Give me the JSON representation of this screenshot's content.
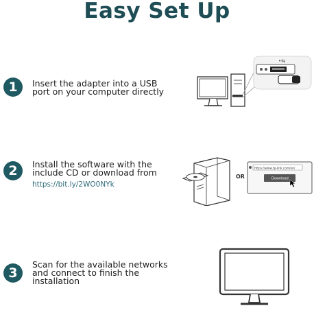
{
  "title": "Easy Set Up",
  "steps": [
    {
      "number": "1",
      "lines": [
        "Insert the adapter into a USB",
        "port on your computer directly"
      ]
    },
    {
      "number": "2",
      "lines": [
        "Install the software with the",
        "include CD or download from"
      ],
      "link": "https://bit.ly/2WO0NYk"
    },
    {
      "number": "3",
      "lines": [
        "Scan for the available networks",
        "and connect to finish the",
        "installation"
      ]
    }
  ],
  "illustrations": {
    "or_label": "OR",
    "browser_url": "https://www.tp-link.com/en/",
    "download_button": "Download"
  },
  "colors": {
    "accent": "#1f5961",
    "title": "#1f4d55"
  },
  "icons": [
    "desktop-computer-icon",
    "usb-port-icon",
    "usb-adapter-icon",
    "cd-drive-icon",
    "browser-window-icon",
    "monitor-icon"
  ]
}
